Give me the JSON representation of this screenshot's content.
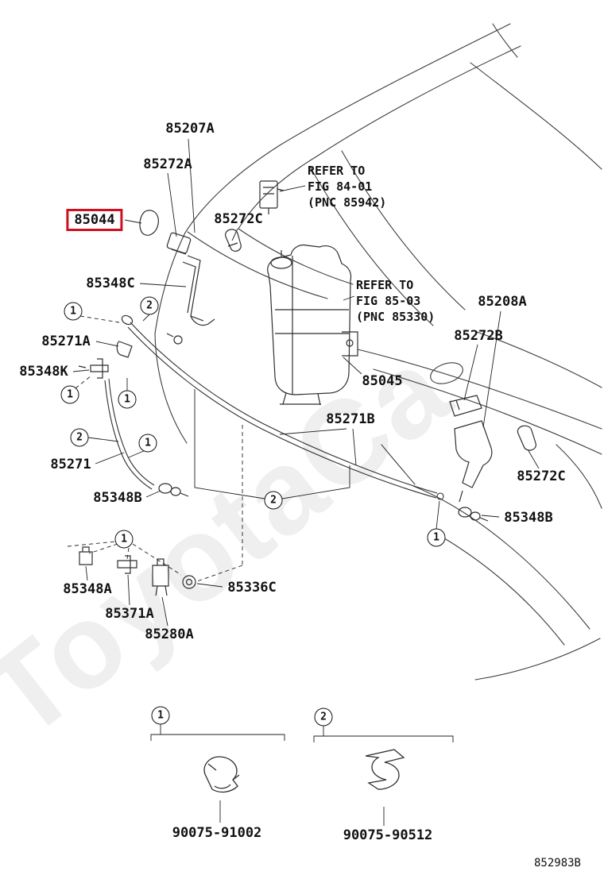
{
  "page": {
    "watermark": "ToyotaCa",
    "diagram_code": "852983B",
    "highlight_color": "#cf1020",
    "line_color": "#333333"
  },
  "labels": [
    {
      "text": "85207A"
    },
    {
      "text": "85272A"
    },
    {
      "text": "85044",
      "highlighted": true
    },
    {
      "text": "85272C"
    },
    {
      "text": "85348C"
    },
    {
      "text": "85208A"
    },
    {
      "text": "85272B"
    },
    {
      "text": "85271A"
    },
    {
      "text": "85348K"
    },
    {
      "text": "85045"
    },
    {
      "text": "85271B"
    },
    {
      "text": "85272C"
    },
    {
      "text": "85271"
    },
    {
      "text": "85348B"
    },
    {
      "text": "85348B"
    },
    {
      "text": "85348A"
    },
    {
      "text": "85336C"
    },
    {
      "text": "85371A"
    },
    {
      "text": "85280A"
    }
  ],
  "notes": [
    {
      "lines": [
        "REFER TO",
        "FIG 84-01",
        "(PNC 85942)"
      ]
    },
    {
      "lines": [
        "REFER TO",
        "FIG 85-03",
        "(PNC 85330)"
      ]
    }
  ],
  "callouts": {
    "c1": "1",
    "c2": "2"
  },
  "legend": [
    {
      "callout": "1",
      "part_number": "90075-91002"
    },
    {
      "callout": "2",
      "part_number": "90075-90512"
    }
  ]
}
